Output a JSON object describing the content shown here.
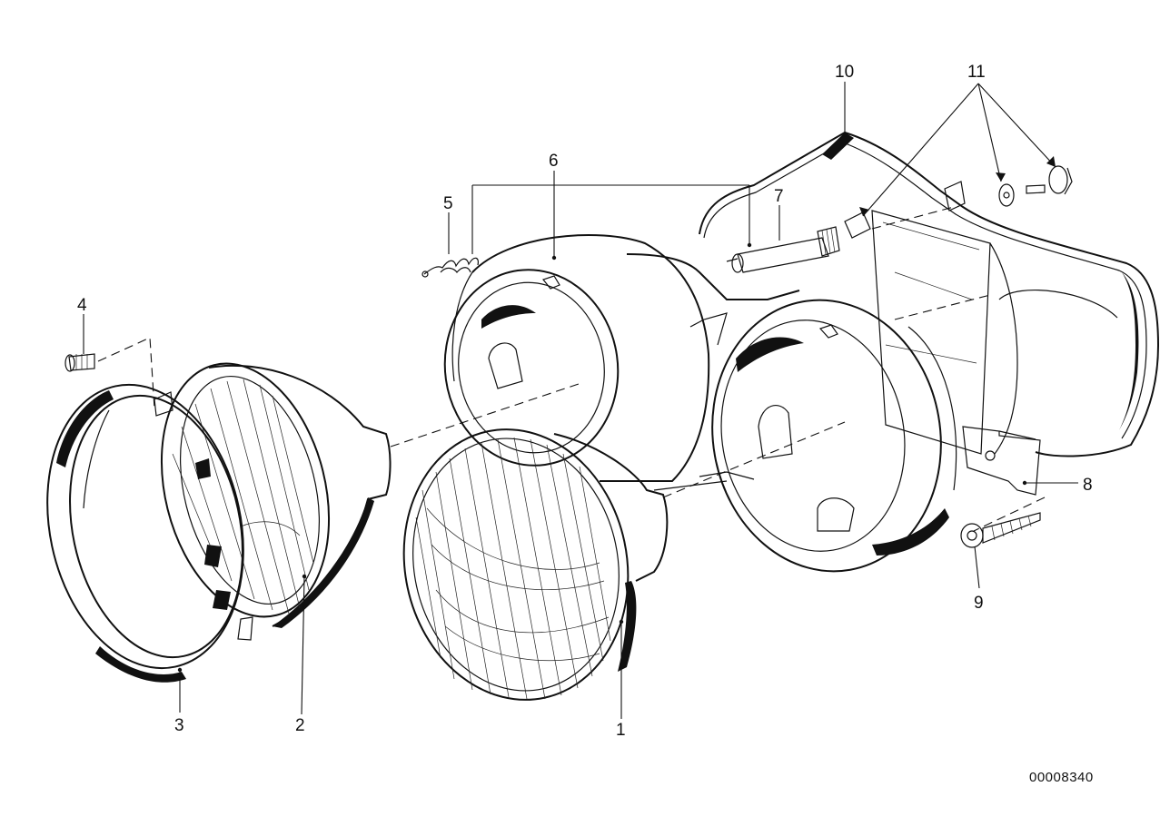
{
  "callouts": {
    "p1": "1",
    "p2": "2",
    "p3": "3",
    "p4": "4",
    "p5": "5",
    "p6": "6",
    "p7": "7",
    "p8": "8",
    "p9": "9",
    "p10": "10",
    "p11": "11"
  },
  "drawing_number": "00008340"
}
